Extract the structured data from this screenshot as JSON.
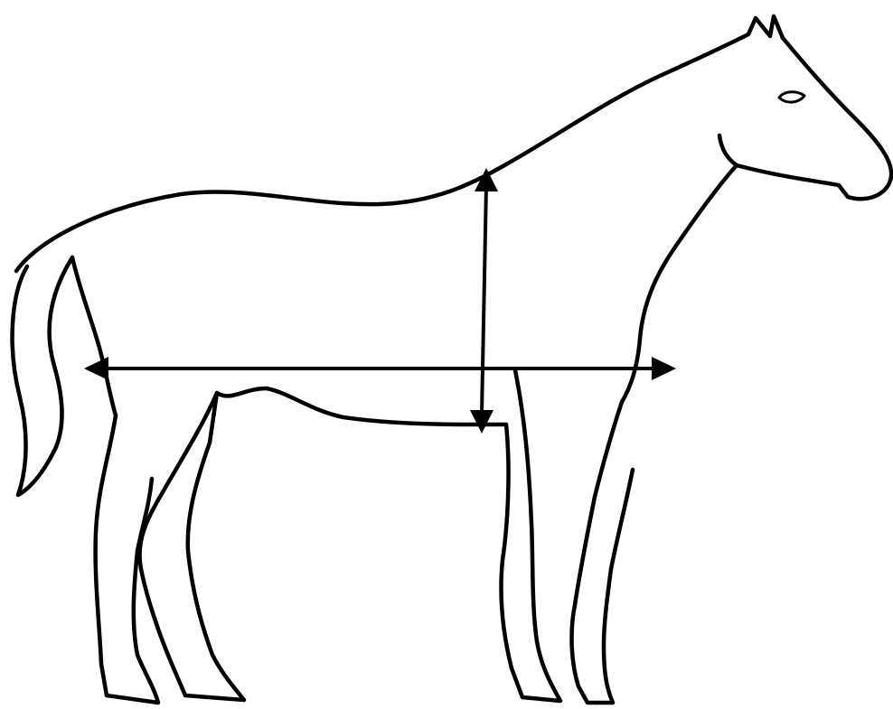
{
  "diagram": {
    "subject": "horse-outline",
    "stroke_color": "#000000",
    "background_color": "#ffffff",
    "measurements": [
      {
        "kind": "body-length",
        "orientation": "horizontal",
        "ends": "double-arrow"
      },
      {
        "kind": "girth-depth",
        "orientation": "vertical",
        "ends": "double-arrow"
      }
    ]
  }
}
